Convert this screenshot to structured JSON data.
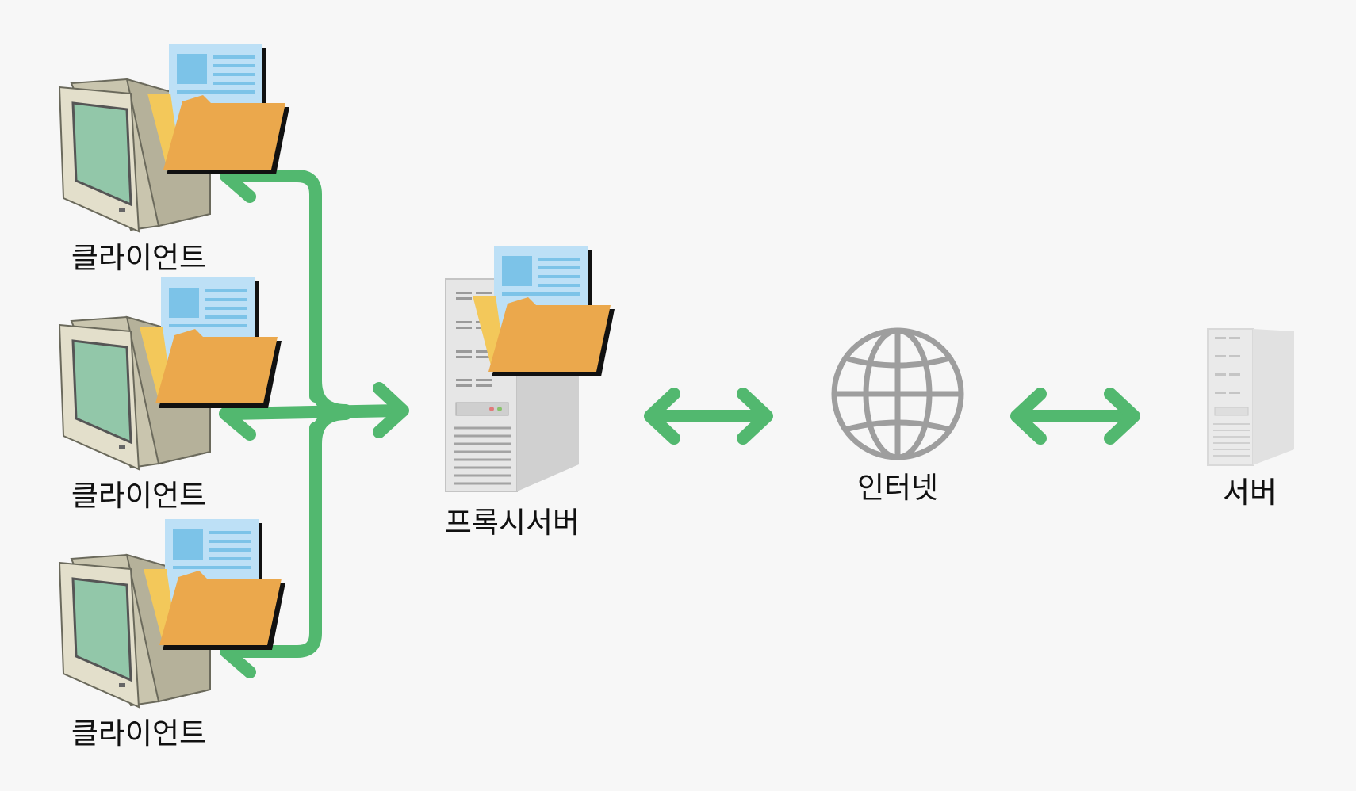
{
  "labels": {
    "client_1": "클라이언트",
    "client_2": "클라이언트",
    "client_3": "클라이언트",
    "proxy_server": "프록시서버",
    "internet": "인터넷",
    "server": "서버"
  },
  "icons": {
    "client": "computer-monitor-icon",
    "cache": "folder-document-icon",
    "proxy": "server-tower-icon",
    "internet": "globe-icon",
    "origin": "server-tower-icon"
  },
  "colors": {
    "background": "#f7f7f7",
    "arrow": "#52b86f",
    "folder": "#eba84c",
    "folder_back": "#f3c85a",
    "document": "#bfe0f5",
    "document_accent": "#7cc3e8",
    "monitor_body": "#dcd8c4",
    "monitor_screen": "#94c8aa",
    "globe": "#9e9e9e",
    "server": "#e4e4e4"
  }
}
